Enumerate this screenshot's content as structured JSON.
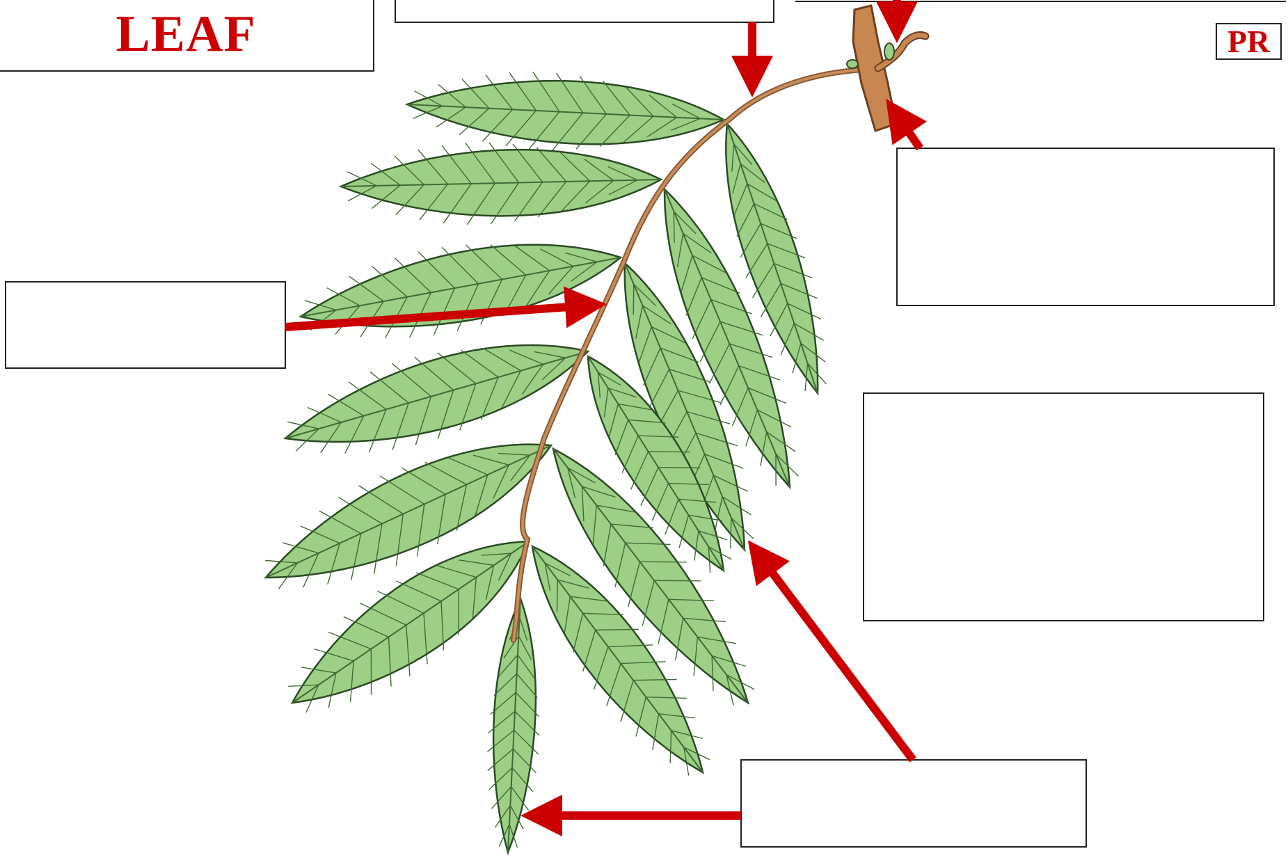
{
  "title": "LEAF",
  "corner_tag": "PR",
  "colors": {
    "accent": "#cc0000",
    "leaflet_fill": "#9dcf86",
    "leaflet_outline": "#2c4a24",
    "vein": "#3f6b35",
    "rachis": "#b07848",
    "twig": "#c88650",
    "box_border": "#222222"
  },
  "label_boxes": [
    {
      "id": "box-top-center",
      "text": ""
    },
    {
      "id": "box-top-right",
      "text": ""
    },
    {
      "id": "box-right-upper",
      "text": ""
    },
    {
      "id": "box-right-middle",
      "text": ""
    },
    {
      "id": "box-left",
      "text": ""
    },
    {
      "id": "box-bottom",
      "text": ""
    }
  ]
}
